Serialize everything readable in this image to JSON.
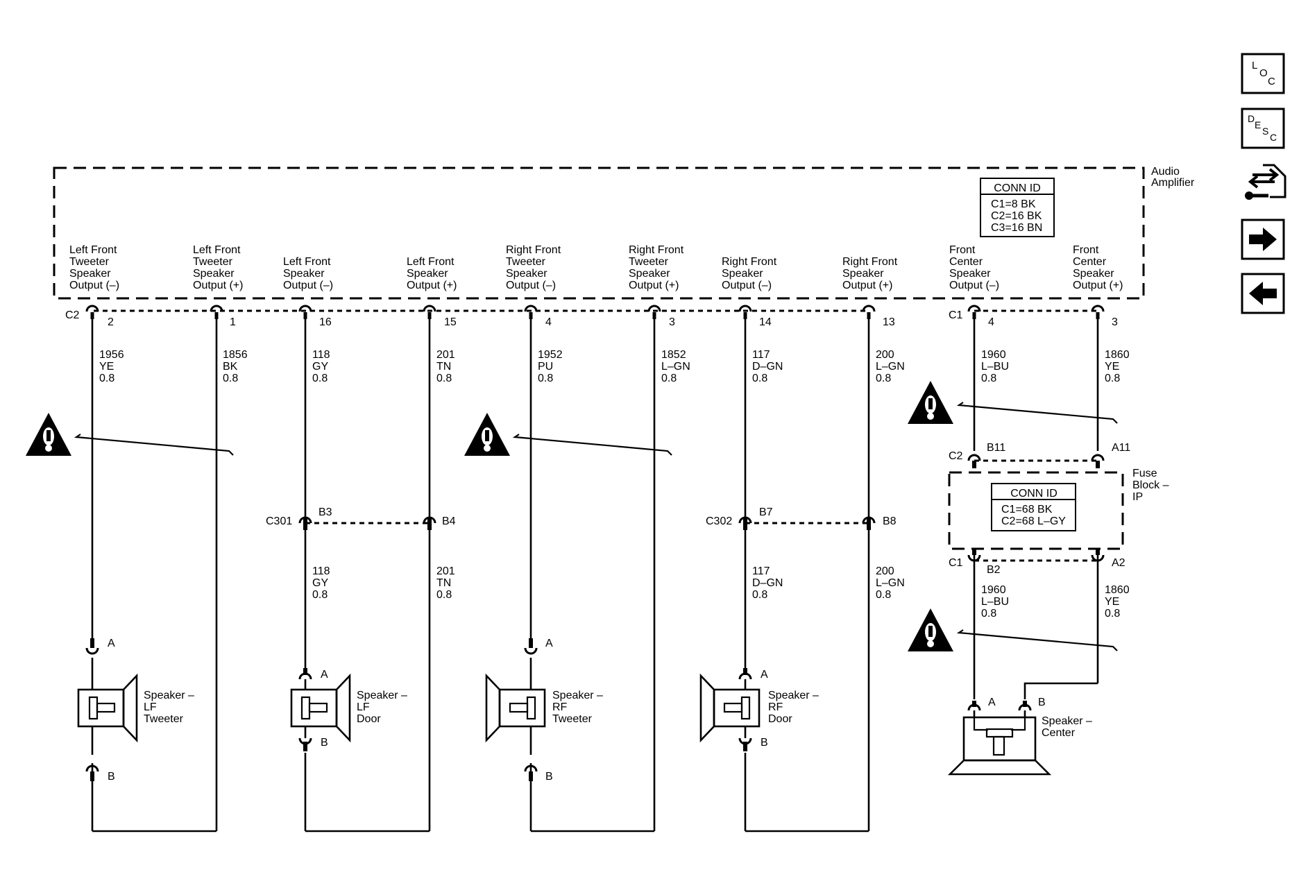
{
  "amplifier": {
    "label_line1": "Audio",
    "label_line2": "Amplifier",
    "conn_title": "CONN ID",
    "conn_lines": [
      "C1=8 BK",
      "C2=16 BK",
      "C3=16 BN"
    ],
    "outputs": [
      [
        "Left Front",
        "Tweeter",
        "Speaker",
        "Output (–)"
      ],
      [
        "Left Front",
        "Tweeter",
        "Speaker",
        "Output (+)"
      ],
      [
        "Left Front",
        "Speaker",
        "Output (–)"
      ],
      [
        "Left Front",
        "Speaker",
        "Output (+)"
      ],
      [
        "Right Front",
        "Tweeter",
        "Speaker",
        "Output (–)"
      ],
      [
        "Right Front",
        "Tweeter",
        "Speaker",
        "Output (+)"
      ],
      [
        "Right Front",
        "Speaker",
        "Output (–)"
      ],
      [
        "Right Front",
        "Speaker",
        "Output (+)"
      ],
      [
        "Front",
        "Center",
        "Speaker",
        "Output (–)"
      ],
      [
        "Front",
        "Center",
        "Speaker",
        "Output (+)"
      ]
    ]
  },
  "connectors": {
    "c2": "C2",
    "c1": "C1",
    "pins": [
      "2",
      "1",
      "16",
      "15",
      "4",
      "3",
      "14",
      "13",
      "4",
      "3"
    ]
  },
  "wires_upper": [
    [
      "1956",
      "YE",
      "0.8"
    ],
    [
      "1856",
      "BK",
      "0.8"
    ],
    [
      "118",
      "GY",
      "0.8"
    ],
    [
      "201",
      "TN",
      "0.8"
    ],
    [
      "1952",
      "PU",
      "0.8"
    ],
    [
      "1852",
      "L–GN",
      "0.8"
    ],
    [
      "117",
      "D–GN",
      "0.8"
    ],
    [
      "200",
      "L–GN",
      "0.8"
    ],
    [
      "1960",
      "L–BU",
      "0.8"
    ],
    [
      "1860",
      "YE",
      "0.8"
    ]
  ],
  "inline": {
    "c301": "C301",
    "c301_pins": [
      "B3",
      "B4"
    ],
    "c302": "C302",
    "c302_pins": [
      "B7",
      "B8"
    ]
  },
  "wires_lower": [
    [
      "118",
      "GY",
      "0.8"
    ],
    [
      "201",
      "TN",
      "0.8"
    ],
    [
      "117",
      "D–GN",
      "0.8"
    ],
    [
      "200",
      "L–GN",
      "0.8"
    ],
    [
      "1960",
      "L–BU",
      "0.8"
    ],
    [
      "1860",
      "YE",
      "0.8"
    ]
  ],
  "fuse_block": {
    "label_lines": [
      "Fuse",
      "Block –",
      "IP"
    ],
    "conn_title": "CONN ID",
    "conn_lines": [
      "C1=68 BK",
      "C2=68 L–GY"
    ],
    "c2": "C2",
    "c1": "C1",
    "pins_top": [
      "B11",
      "A11"
    ],
    "pins_bottom": [
      "B2",
      "A2"
    ]
  },
  "speakers": [
    {
      "lines": [
        "Speaker –",
        "LF",
        "Tweeter"
      ],
      "pins": [
        "A",
        "B"
      ]
    },
    {
      "lines": [
        "Speaker –",
        "LF",
        "Door"
      ],
      "pins": [
        "A",
        "B"
      ]
    },
    {
      "lines": [
        "Speaker –",
        "RF",
        "Tweeter"
      ],
      "pins": [
        "A",
        "B"
      ]
    },
    {
      "lines": [
        "Speaker –",
        "RF",
        "Door"
      ],
      "pins": [
        "A",
        "B"
      ]
    },
    {
      "lines": [
        "Speaker –",
        "Center"
      ],
      "pins": [
        "A",
        "B"
      ]
    }
  ],
  "side_icons": {
    "loc": [
      "L",
      "O",
      "C"
    ],
    "desc": [
      "D",
      "E",
      "S",
      "C"
    ],
    "names": [
      "loc-icon",
      "desc-icon",
      "repair-icon",
      "next-arrow-icon",
      "previous-arrow-icon"
    ]
  }
}
